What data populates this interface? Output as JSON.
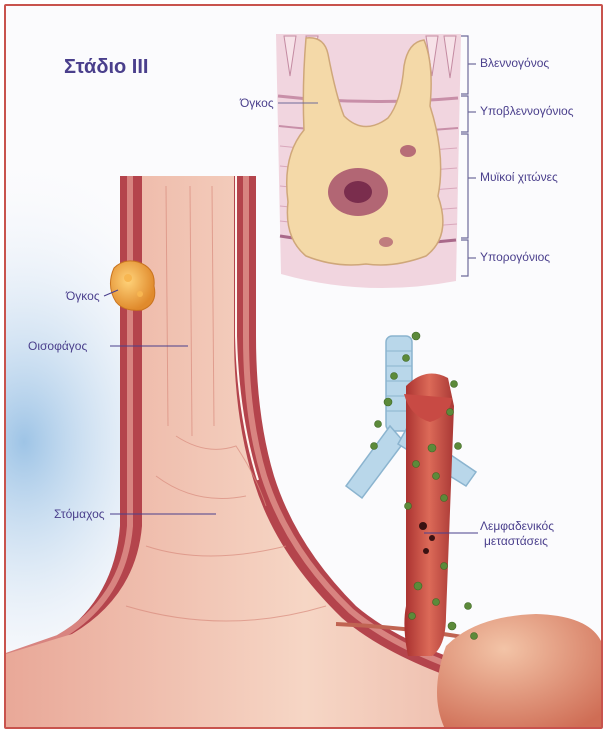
{
  "title": "Στάδιο III",
  "layers": {
    "mucosa": "Βλεννογόνος",
    "submucosa": "Υποβλεννογόνιος",
    "muscularis": "Μυϊκοί χιτώνες",
    "adventitia": "Υπορογόνιος"
  },
  "labels": {
    "tumor_inset": "Όγκος",
    "tumor_main": "Όγκος",
    "esophagus": "Οισοφάγος",
    "stomach": "Στόμαχος",
    "lymph_line1": "Λεμφαδενικός",
    "lymph_line2": "μεταστάσεις"
  },
  "colors": {
    "frame": "#c8534d",
    "label_text": "#4a3f8c",
    "tissue_pink": "#e9b7b9",
    "wall_red": "#b4444c",
    "tumor_cream": "#f4d9a8",
    "lymph_green": "#5c8a3a",
    "trachea_blue": "#b9d7ea"
  }
}
